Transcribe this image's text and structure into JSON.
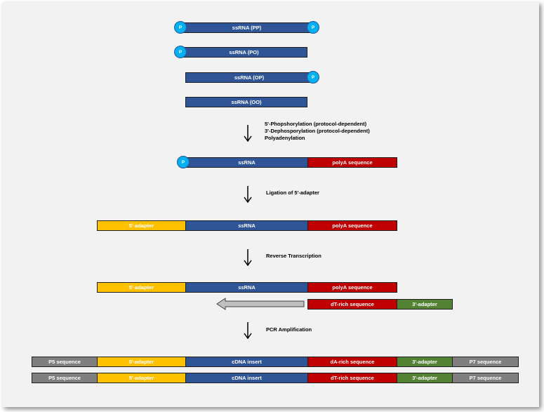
{
  "colors": {
    "ssrna": "#2f5597",
    "polya": "#c00000",
    "adapter5": "#ffc000",
    "adapter3": "#548235",
    "flank": "#7f7f7f",
    "phosphate": "#00b0f0",
    "background": "#f2f2f2"
  },
  "phosphate_label": "P",
  "input_strands": [
    {
      "label": "ssRNA (PP)",
      "phosphate_5": true,
      "phosphate_3": true
    },
    {
      "label": "ssRNA (PO)",
      "phosphate_5": true,
      "phosphate_3": false
    },
    {
      "label": "ssRNA (OP)",
      "phosphate_5": false,
      "phosphate_3": true
    },
    {
      "label": "ssRNA (OO)",
      "phosphate_5": false,
      "phosphate_3": false
    }
  ],
  "steps": {
    "step1": [
      "5'-Phopshorylation (protocol-dependent)",
      "3'-Dephosporylation (protocol-dependent)",
      "Polyadenylation"
    ],
    "step2": "Ligation of 5'-adapter",
    "step3": "Reverse Transcription",
    "step4": "PCR Amplification"
  },
  "segments": {
    "ssrna": "ssRNA",
    "polya": "polyA sequence",
    "adapter5": "5'-adapter",
    "adapter3": "3'-adapter",
    "dt_rich": "dT-rich sequence",
    "da_rich": "dA-rich sequence",
    "cdna": "cDNA insert",
    "p5": "P5 sequence",
    "p7": "P7 sequence"
  }
}
